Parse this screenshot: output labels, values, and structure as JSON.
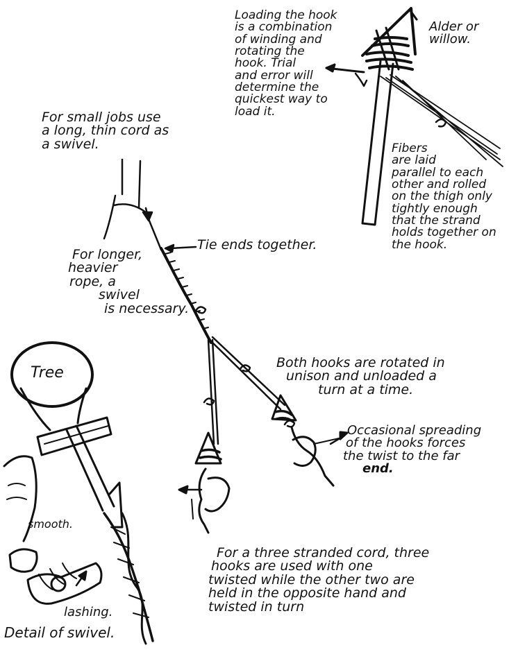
{
  "colors": {
    "ink": "#111111",
    "paper": "#ffffff"
  },
  "labels": {
    "loading": [
      "Loading the hook",
      "is a combination",
      "of winding and",
      "rotating the",
      "hook. Trial",
      "and error will",
      "determine the",
      "quickest way to",
      "load it."
    ],
    "alder": [
      "Alder or",
      "willow."
    ],
    "fibers": [
      "Fibers",
      "are laid",
      "parallel to each",
      "other and rolled",
      "on the thigh only",
      "tightly enough",
      "that the strand",
      "holds together on",
      "the hook."
    ],
    "small_jobs": [
      "For small jobs use",
      "a long, thin cord as",
      "a swivel."
    ],
    "tie_ends": "Tie ends together.",
    "longer": [
      "For longer,",
      "heavier",
      "rope, a",
      "swivel",
      "is necessary."
    ],
    "tree": "Tree",
    "both_hooks": [
      "Both hooks are rotated in",
      "unison and unloaded a",
      "turn at a time."
    ],
    "spreading": [
      "Occasional spreading",
      "of the hooks forces",
      "the twist to the far",
      "end."
    ],
    "three_stranded": [
      "For a three stranded cord, three",
      "hooks are used with one",
      "twisted while the other two are",
      "held in the opposite hand and",
      "twisted in turn"
    ],
    "smooth": "smooth.",
    "lashing": "lashing.",
    "detail": "Detail of swivel."
  }
}
